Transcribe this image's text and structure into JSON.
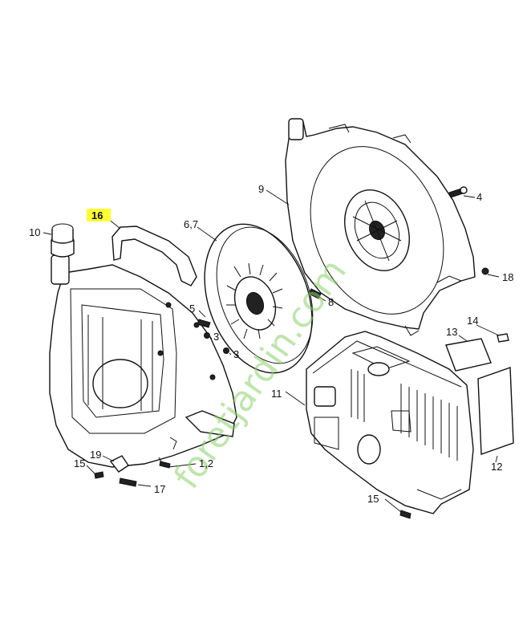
{
  "diagram": {
    "highlight_color": "#ffff33",
    "watermark": {
      "text": "foretjardin.com",
      "color": "#8bd06a"
    },
    "labels": {
      "l1_2": "1,2",
      "l3a": "3",
      "l3b": "3",
      "l4": "4",
      "l5": "5",
      "l6_7": "6,7",
      "l8": "8",
      "l9": "9",
      "l10": "10",
      "l11": "11",
      "l12": "12",
      "l13": "13",
      "l14": "14",
      "l15a": "15",
      "l15b": "15",
      "l16": "16",
      "l17": "17",
      "l18": "18",
      "l19": "19"
    }
  }
}
